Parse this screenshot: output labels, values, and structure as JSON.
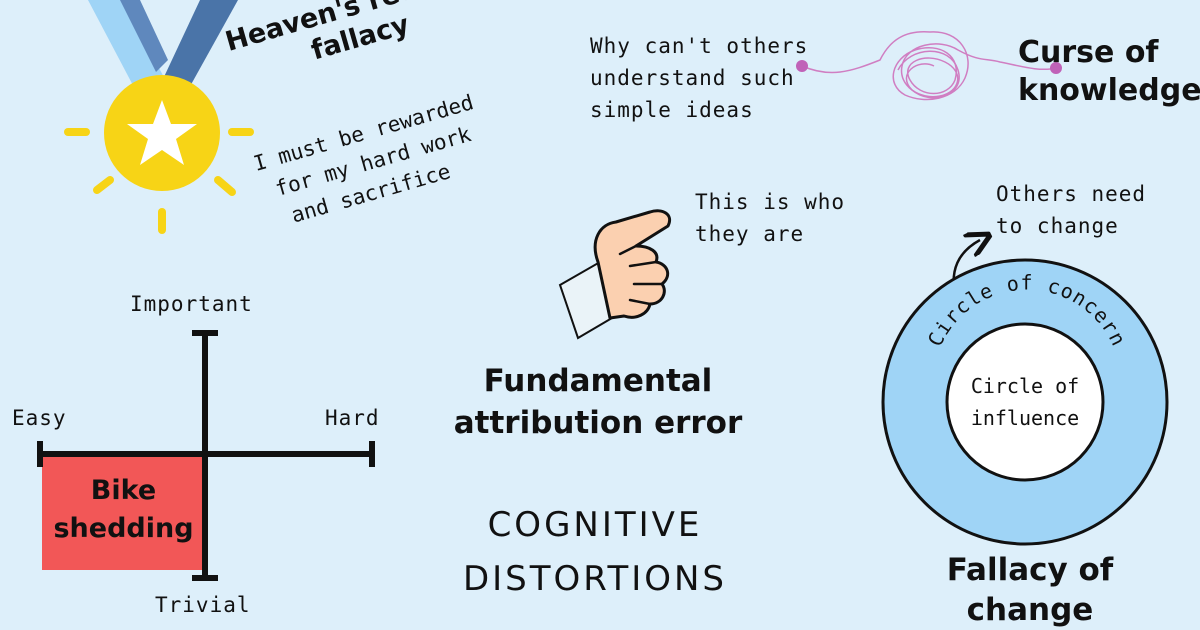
{
  "heaven": {
    "title_line1": "Heaven's reward",
    "title_line2": "fallacy",
    "quote_line1": "I must be rewarded",
    "quote_line2": "for my hard work",
    "quote_line3": "and sacrifice"
  },
  "curse": {
    "quote_line1": "Why can't others",
    "quote_line2": "understand such",
    "quote_line3": "simple ideas",
    "title_line1": "Curse of",
    "title_line2": "knowledge"
  },
  "attribution": {
    "quote_line1": "This is who",
    "quote_line2": "they are",
    "title_line1": "Fundamental",
    "title_line2": "attribution error"
  },
  "change": {
    "quote_line1": "Others need",
    "quote_line2": "to change",
    "outer_label": "Circle of concern",
    "inner_line1": "Circle of",
    "inner_line2": "influence",
    "title": "Fallacy of change"
  },
  "bikeshed": {
    "axis_top": "Important",
    "axis_bottom": "Trivial",
    "axis_left": "Easy",
    "axis_right": "Hard",
    "box_line1": "Bike",
    "box_line2": "shedding"
  },
  "main_title": {
    "line1": "COGNITIVE",
    "line2": "DISTORTIONS"
  },
  "colors": {
    "background": "#ddeffa",
    "medal_gold": "#f7d416",
    "ribbon_light": "#9fd4f6",
    "ribbon_dark": "#4a74a8",
    "circle_blue": "#9fd4f6",
    "bikeshed_red": "#f25757",
    "tangle_pink": "#d07ec2"
  }
}
